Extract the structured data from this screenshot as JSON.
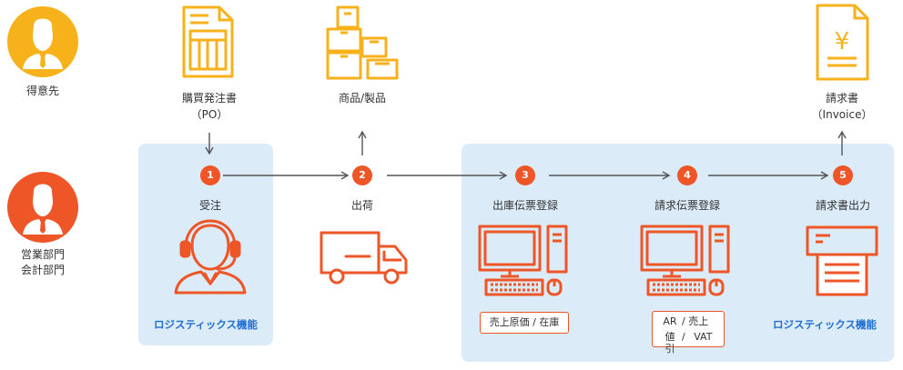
{
  "colors": {
    "accent": "#ee5527",
    "yellow": "#f7b21b",
    "panel": "#dcebf8",
    "link": "#1f6fd1",
    "arrow": "#555555"
  },
  "actors": {
    "customer": "得意先",
    "internal_line1": "営業部門",
    "internal_line2": "会計部門"
  },
  "documents": {
    "po_line1": "購買発注書",
    "po_line2": "（PO）",
    "goods": "商品/製品",
    "invoice_line1": "請求書",
    "invoice_line2": "（Invoice）",
    "invoice_symbol": "¥"
  },
  "steps": [
    {
      "num": "1",
      "label": "受注"
    },
    {
      "num": "2",
      "label": "出荷"
    },
    {
      "num": "3",
      "label": "出庫伝票登録"
    },
    {
      "num": "4",
      "label": "請求伝票登録"
    },
    {
      "num": "5",
      "label": "請求書出力"
    }
  ],
  "tags": {
    "step3": "売上原価 / 在庫",
    "step4_a": "AR",
    "step4_b": "/ 売上",
    "step4_c": "値引",
    "step4_d": "/",
    "step4_e": "VAT"
  },
  "panel_labels": {
    "left": "ロジスティックス機能",
    "right": "ロジスティックス機能"
  }
}
